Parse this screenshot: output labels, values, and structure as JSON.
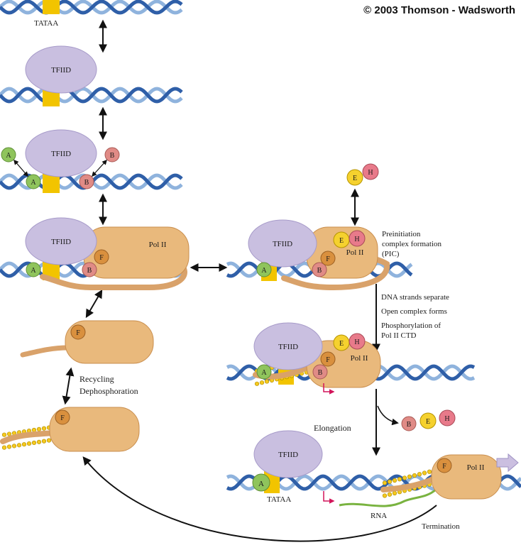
{
  "copyright": "© 2003 Thomson - Wadsworth",
  "labels": {
    "tataa_top": "TATAA",
    "tataa_bottom": "TATAA",
    "tfiid": "TFIID",
    "pol_ii": "Pol II",
    "pic_line1": "Preinitiation",
    "pic_line2": "complex formation",
    "pic_line3": "(PIC)",
    "dna_separate": "DNA strands separate",
    "open_complex": "Open complex forms",
    "phos_line1": "Phosphorylation of",
    "phos_line2": "Pol II CTD",
    "elongation": "Elongation",
    "recycling": "Recycling",
    "dephos": "Dephosphoration",
    "rna": "RNA",
    "termination": "Termination"
  },
  "factors": {
    "A": "A",
    "B": "B",
    "E": "E",
    "F": "F",
    "H": "H"
  },
  "colors": {
    "dna_strand_a": "#2f5fa8",
    "dna_strand_b": "#8fb3dd",
    "tata_box": "#f2c400",
    "tfiid": "#c9bfe0",
    "pol_ii": "#e9b97c",
    "factor_A": "#8fc45c",
    "factor_B": "#e08b86",
    "factor_E": "#f5d12e",
    "factor_F": "#d9903e",
    "factor_H": "#e87a8a",
    "rna": "#79b340",
    "promoter_arrow": "#d2145a"
  }
}
